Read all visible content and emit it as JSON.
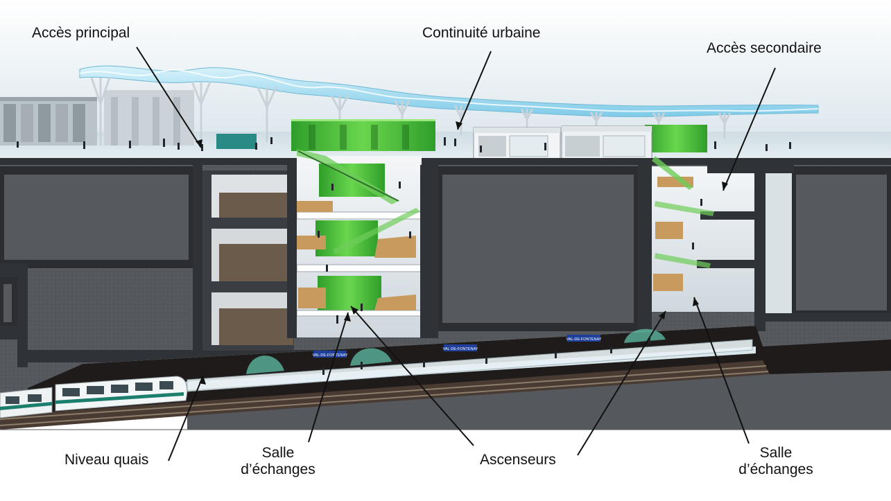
{
  "labels": {
    "acces_principal": "Accès principal",
    "continuite_urbaine": "Continuité urbaine",
    "acces_secondaire": "Accès secondaire",
    "niveau_quais": "Niveau quais",
    "salle_echanges_1_line1": "Salle",
    "salle_echanges_1_line2": "d’échanges",
    "ascenseurs": "Ascenseurs",
    "salle_echanges_2_line1": "Salle",
    "salle_echanges_2_line2": "d’échanges"
  },
  "platform_signs": [
    "VAL-DE-FONTENAY",
    "VAL-DE-FONTENAY",
    "VAL-DE-FONTENAY"
  ],
  "colors": {
    "sky": "#dfe9ee",
    "concrete": "#3e4146",
    "wall_fill": "#5a5d62",
    "wall_edge": "#2b2d31",
    "green_accent": "#4cc23a",
    "canopy": "#9fd8ee",
    "platform_light": "#e9f3f6",
    "track": "#2a2523",
    "sign_blue": "#1e3f9a"
  }
}
